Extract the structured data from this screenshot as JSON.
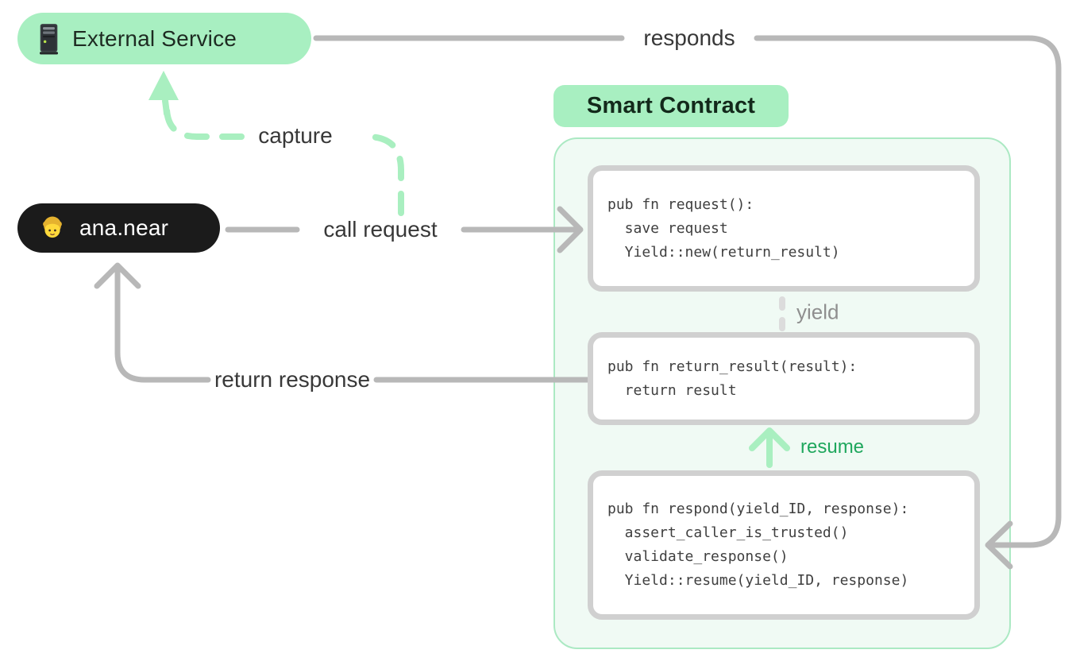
{
  "external_service": {
    "label": "External Service"
  },
  "user": {
    "label": "ana.near"
  },
  "contract": {
    "title": "Smart Contract",
    "box_request": {
      "lines": [
        "pub fn request():",
        "  save request",
        "  Yield::new(return_result)"
      ]
    },
    "box_return_result": {
      "lines": [
        "pub fn return_result(result):",
        "  return result"
      ]
    },
    "box_respond": {
      "lines": [
        "pub fn respond(yield_ID, response):",
        "  assert_caller_is_trusted()",
        "  validate_response()",
        "  Yield::resume(yield_ID, response)"
      ]
    }
  },
  "edges": {
    "responds": "responds",
    "capture": "capture",
    "call_request": "call request",
    "return_response": "return response",
    "yield": "yield",
    "resume": "resume"
  },
  "colors": {
    "badge_green": "#A8EFC1",
    "line_green": "#A9EFC0",
    "container_fill": "#F0FAF4",
    "container_border": "#ABE9C3",
    "line_gray": "#B8B8B8",
    "box_border": "#D0D0D0",
    "yield_dash_gray": "#DCDCDC",
    "resume_text_green": "#1FA75D",
    "pill_black": "#1B1B1B",
    "code_text": "#3F3F3F"
  }
}
